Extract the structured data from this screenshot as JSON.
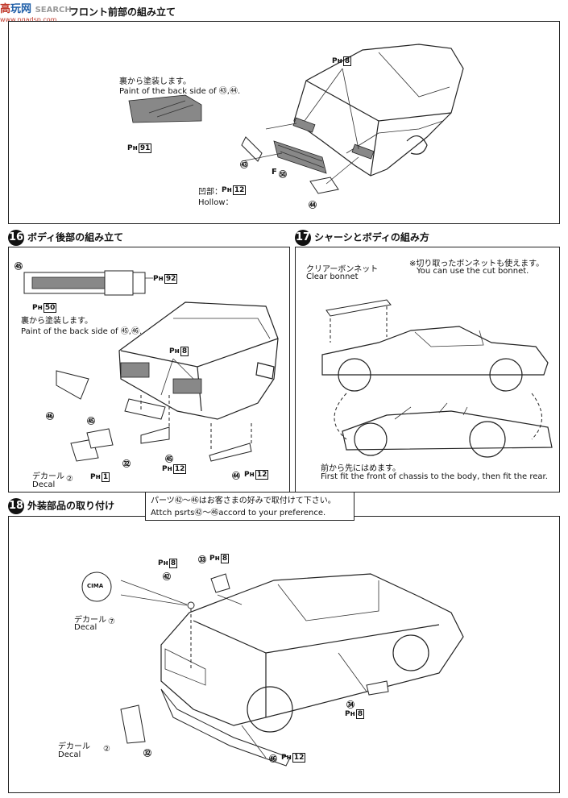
{
  "watermark": {
    "line1_a": "高",
    "line1_b": "玩网",
    "line1_c": "SEARCH",
    "line2": "www.ngadsp.com"
  },
  "step15": {
    "title": "フロント前部の組み立て",
    "paint_jp": "裏から塗装します。",
    "paint_en": "Paint of the back side of ㊸,㊹.",
    "ph91": "91",
    "ph8": "8",
    "ph12": "12",
    "part53": "㊸",
    "part54": "㊹",
    "partF85": "F",
    "part85": "㊿",
    "hollow_jp": "凹部：",
    "hollow_en": "Hollow："
  },
  "step16": {
    "number": "16",
    "title": "ボディ後部の組み立て",
    "paint_jp": "裏から塗装します。",
    "paint_en": "Paint of the back side of ㊺,㊻.",
    "ph92": "92",
    "ph50": "50",
    "ph8": "8",
    "ph12a": "12",
    "ph12b": "12",
    "ph1": "1",
    "part55a": "㊺",
    "part55b": "㊺",
    "part56": "㊻",
    "part45": "㊺",
    "part32": "㉜",
    "part44": "㊹",
    "decal_jp": "デカール",
    "decal_en": "Decal",
    "decal_num": "②"
  },
  "step17": {
    "number": "17",
    "title": "シャーシとボディの組み方",
    "bonnet_jp": "クリアーボンネット",
    "bonnet_en": "Clear bonnet",
    "note_jp": "※切り取ったボンネットも使えます。",
    "note_en": "You can use the cut bonnet.",
    "fit_jp": "前から先にはめます。",
    "fit_en": "First fit the front of chassis to the body, then fit the rear."
  },
  "step18": {
    "number": "18",
    "title": "外装部品の取り付け",
    "note_jp": "パーツ㊷〜㊻はお客さまの好みで取付けて下さい。",
    "note_en": "Attch psrts㊷〜㊻accord to your preference.",
    "emblem": "CIMA",
    "decal_jp1": "デカール",
    "decal_en1": "Decal",
    "decal_num1": "⑦",
    "decal_jp2": "デカール",
    "decal_en2": "Decal",
    "decal_num2": "②",
    "ph8a": "8",
    "ph8b": "8",
    "ph8c": "8",
    "ph12": "12",
    "part42": "㊷",
    "part33": "㉝",
    "part34": "㉞",
    "part32": "㉜",
    "part46": "㊻"
  }
}
